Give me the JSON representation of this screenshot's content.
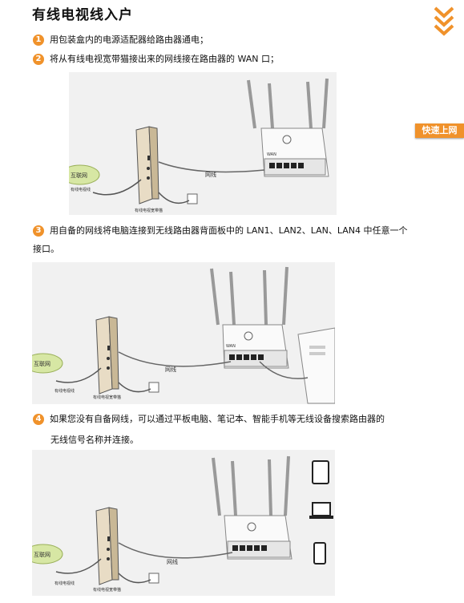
{
  "page": {
    "title": "有线电视线入户",
    "side_tab": "快速上网"
  },
  "steps": [
    {
      "number": "1",
      "text": "用包装盒内的电源适配器给路由器通电；"
    },
    {
      "number": "2",
      "text": "将从有线电视宽带猫接出来的网线接在路由器的 WAN 口；"
    },
    {
      "number": "3",
      "text": "用自备的网线将电脑连接到无线路由器背面板中的 LAN1、LAN2、LAN、LAN4 中任意一个",
      "text_cont": "接口。"
    },
    {
      "number": "4",
      "text": "如果您没有自备网线，可以通过平板电脑、笔记本、智能手机等无线设备搜索路由器的",
      "text_cont": "无线信号名称并连接。"
    }
  ],
  "diagram_labels": {
    "cloud": "互联网",
    "cable_tv": "有线电视线",
    "modem": "有线电视宽带猫",
    "network_cable": "网线",
    "wan": "WAN"
  },
  "colors": {
    "accent": "#f0922b",
    "cloud_fill": "#d7e7a4",
    "figure_bg": "#f1f1f1"
  }
}
